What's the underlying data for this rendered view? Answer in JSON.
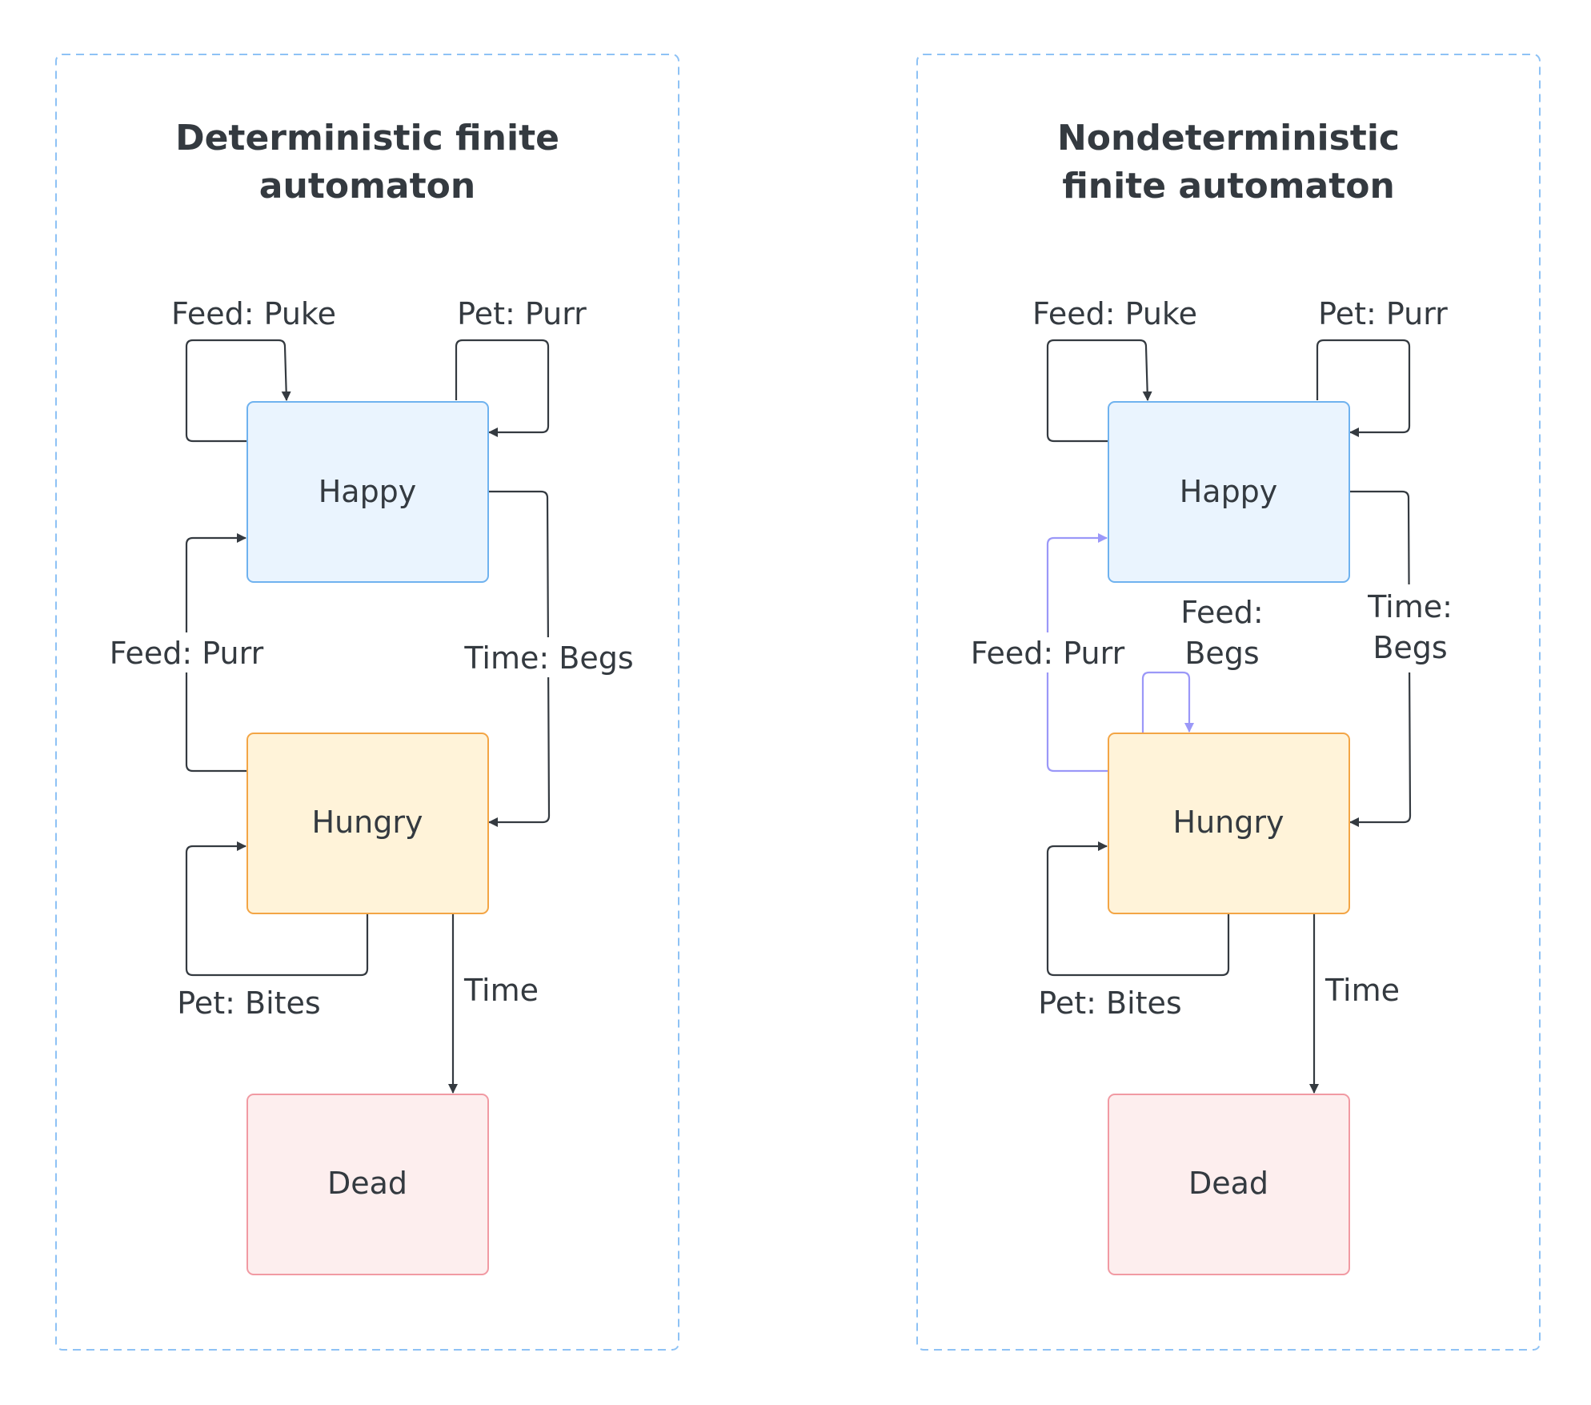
{
  "colors": {
    "frame": "#8ec2f5",
    "text": "#343a40",
    "edge_default": "#343a40",
    "edge_highlight": "#9b98f8",
    "happy_fill": "#eaf4fe",
    "happy_stroke": "#6fb2ef",
    "hungry_fill": "#fff3d9",
    "hungry_stroke": "#f3a545",
    "dead_fill": "#fdeeee",
    "dead_stroke": "#f19aa3"
  },
  "panels": [
    {
      "title_lines": [
        "Deterministic finite",
        "automaton"
      ],
      "states": {
        "happy": "Happy",
        "hungry": "Hungry",
        "dead": "Dead"
      },
      "edges": {
        "feed_puke": "Feed: Puke",
        "pet_purr": "Pet: Purr",
        "feed_purr": "Feed: Purr",
        "time_begs": [
          "Time: Begs"
        ],
        "pet_bites": "Pet: Bites",
        "time": "Time"
      }
    },
    {
      "title_lines": [
        "Nondeterministic",
        "finite automaton"
      ],
      "states": {
        "happy": "Happy",
        "hungry": "Hungry",
        "dead": "Dead"
      },
      "edges": {
        "feed_puke": "Feed: Puke",
        "pet_purr": "Pet: Purr",
        "feed_purr": "Feed: Purr",
        "feed_begs": [
          "Feed:",
          "Begs"
        ],
        "time_begs": [
          "Time:",
          "Begs"
        ],
        "pet_bites": "Pet: Bites",
        "time": "Time"
      }
    }
  ]
}
